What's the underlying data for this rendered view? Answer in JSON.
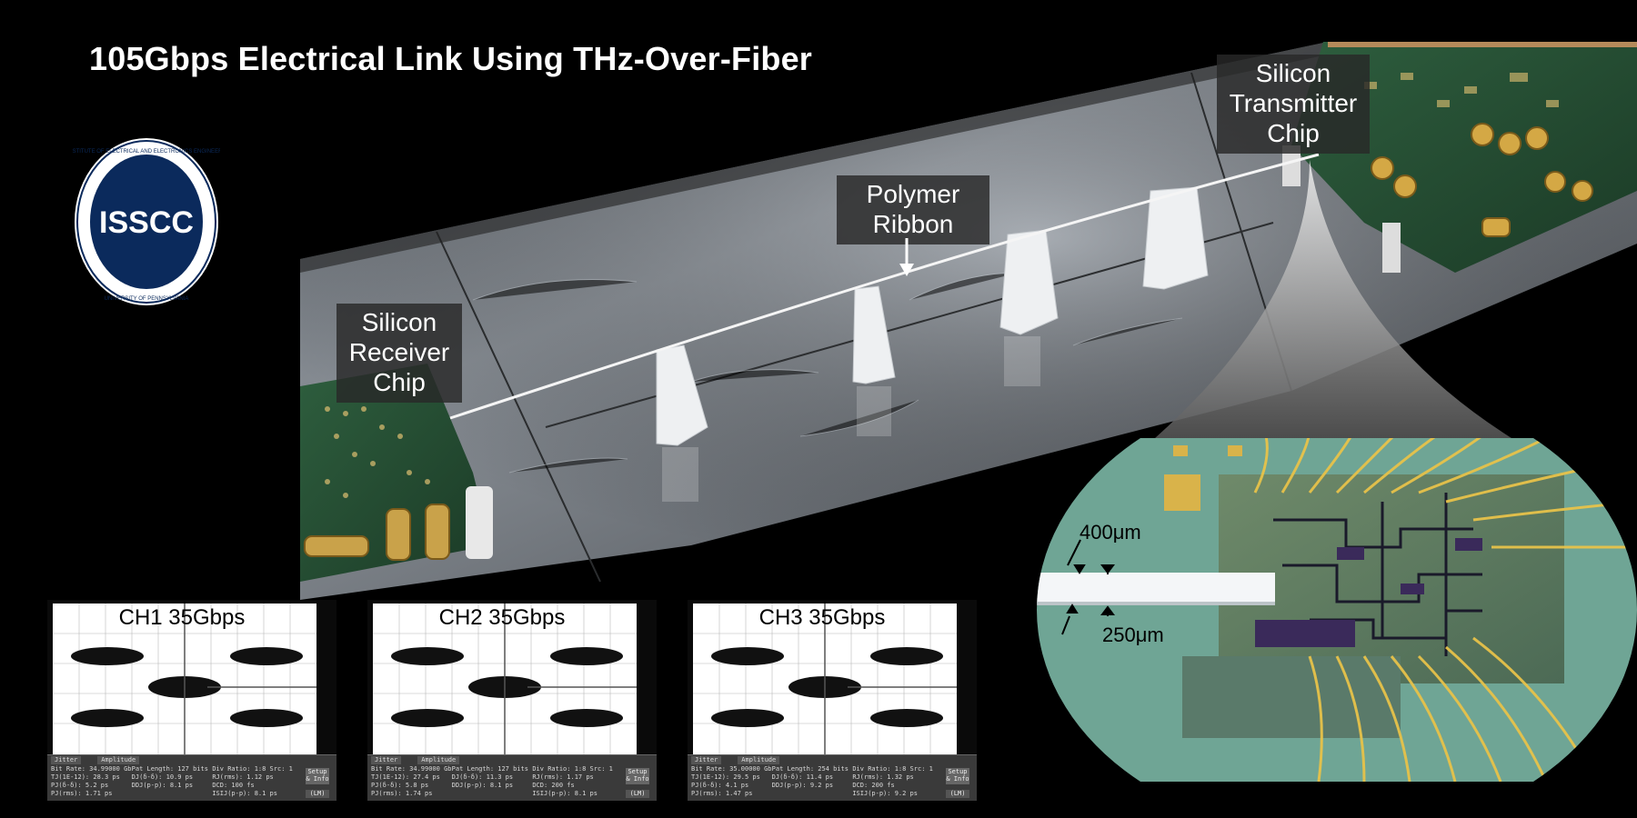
{
  "slide": {
    "title": "105Gbps Electrical Link Using THz-Over-Fiber"
  },
  "logo": {
    "text": "ISSCC",
    "ring_text": "INSTITUTE OF ELECTRICAL AND ELECTRONICS ENGINEERS · UNIVERSITY OF PENNSYLVANIA",
    "color": "#0b2a5c"
  },
  "labels": {
    "receiver": [
      "Silicon",
      "Receiver",
      "Chip"
    ],
    "ribbon": [
      "Polymer",
      "Ribbon"
    ],
    "transmitter": [
      "Silicon",
      "Transmitter",
      "Chip"
    ]
  },
  "inset": {
    "dim_width": "400μm",
    "dim_height": "250μm"
  },
  "scopes": [
    {
      "channel": "CH1 35Gbps",
      "tabs": [
        "Jitter",
        "Amplitude"
      ],
      "rows": [
        [
          "Bit Rate: 34.99000 Gb/s",
          "Pat Length: 127 bits",
          "Div Ratio: 1:8  Src: 1"
        ],
        [
          "TJ(1E-12): 28.3 ps",
          "DJ(δ-δ): 10.9 ps",
          "RJ(rms): 1.12 ps"
        ],
        [
          "PJ(δ-δ): 5.2 ps",
          "DDJ(p-p): 8.1 ps",
          "DCD: 100 fs"
        ],
        [
          "PJ(rms): 1.71 ps",
          "",
          "ISIJ(p-p): 8.1 ps"
        ]
      ],
      "setup": "Setup & Info",
      "lm": "(LM)"
    },
    {
      "channel": "CH2 35Gbps",
      "tabs": [
        "Jitter",
        "Amplitude"
      ],
      "rows": [
        [
          "Bit Rate: 34.99000 Gb/s",
          "Pat Length: 127 bits",
          "Div Ratio: 1:8  Src: 1"
        ],
        [
          "TJ(1E-12): 27.4 ps",
          "DJ(δ-δ): 11.3 ps",
          "RJ(rms): 1.17 ps"
        ],
        [
          "PJ(δ-δ): 5.8 ps",
          "DDJ(p-p): 8.1 ps",
          "DCD: 200 fs"
        ],
        [
          "PJ(rms): 1.74 ps",
          "",
          "ISIJ(p-p): 8.1 ps"
        ]
      ],
      "setup": "Setup & Info",
      "lm": "(LM)"
    },
    {
      "channel": "CH3 35Gbps",
      "tabs": [
        "Jitter",
        "Amplitude"
      ],
      "rows": [
        [
          "Bit Rate: 35.00000 Gb/s",
          "Pat Length: 254 bits",
          "Div Ratio: 1:8  Src: 1"
        ],
        [
          "TJ(1E-12): 29.5 ps",
          "DJ(δ-δ): 11.4 ps",
          "RJ(rms): 1.32 ps"
        ],
        [
          "PJ(δ-δ): 4.1 ps",
          "DDJ(p-p): 9.2 ps",
          "DCD: 200 fs"
        ],
        [
          "PJ(rms): 1.47 ps",
          "",
          "ISIJ(p-p): 9.2 ps"
        ]
      ],
      "setup": "Setup & Info",
      "lm": "(LM)"
    }
  ]
}
